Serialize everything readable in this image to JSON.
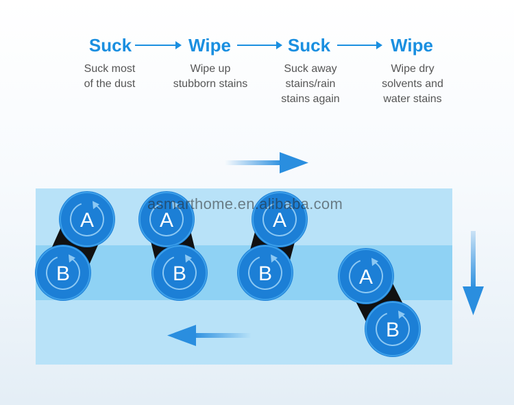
{
  "steps": [
    {
      "title": "Suck",
      "desc": [
        "Suck most",
        "of the dust"
      ]
    },
    {
      "title": "Wipe",
      "desc": [
        "Wipe up",
        "stubborn stains"
      ]
    },
    {
      "title": "Suck",
      "desc": [
        "Suck away",
        "stains/rain",
        "stains again"
      ]
    },
    {
      "title": "Wipe",
      "desc": [
        "Wipe dry",
        "solvents and",
        "water stains"
      ]
    }
  ],
  "wheel_labels": {
    "a": "A",
    "b": "B"
  },
  "watermark": "asmarthome.en.alibaba.com",
  "colors": {
    "accent": "#1a8fe0",
    "wheel": "#1c7fd6",
    "band_outer": "#b8e2f8",
    "band_inner": "#8fd2f4",
    "direction_arrow": "#2a8edf"
  }
}
